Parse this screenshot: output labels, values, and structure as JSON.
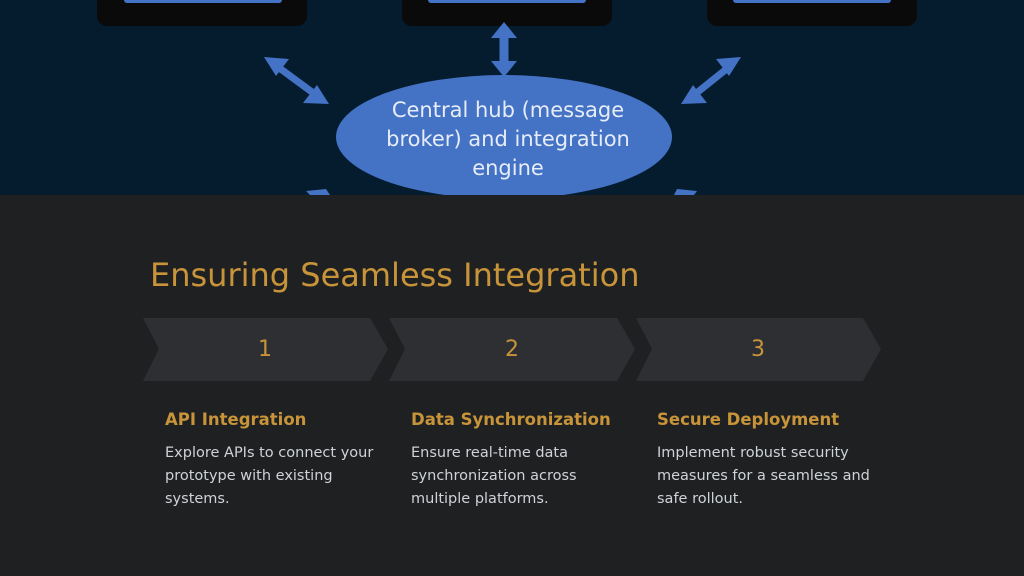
{
  "diagram": {
    "hub_label": "Central hub (message broker) and integration engine",
    "colors": {
      "background": "#041c2e",
      "hub": "#4472c4",
      "arrow": "#4472c4",
      "card": "#0a0a0a"
    }
  },
  "section": {
    "title": "Ensuring Seamless Integration",
    "accent_color": "#c8943a"
  },
  "steps": [
    {
      "number": "1",
      "title": "API Integration",
      "description": "Explore APIs to connect your prototype with existing systems."
    },
    {
      "number": "2",
      "title": "Data Synchronization",
      "description": "Ensure real-time data synchronization across multiple platforms."
    },
    {
      "number": "3",
      "title": "Secure Deployment",
      "description": "Implement robust security measures for a seamless and safe rollout."
    }
  ]
}
